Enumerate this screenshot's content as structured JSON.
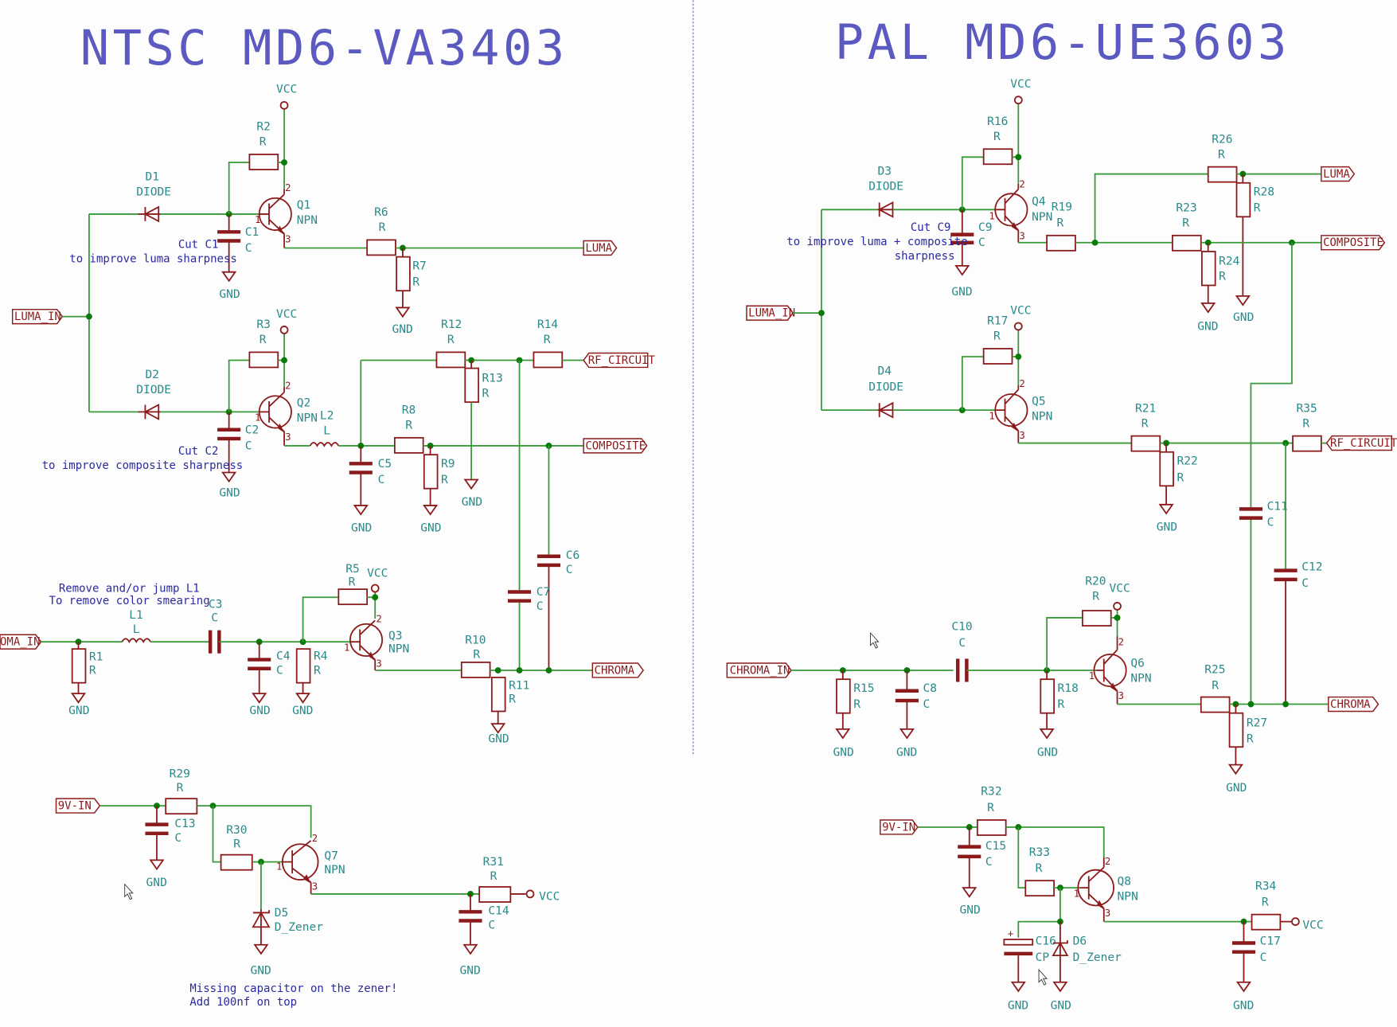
{
  "titles": {
    "ntsc": "NTSC MD6-VA3403",
    "pal": "PAL MD6-UE3603"
  },
  "common": {
    "vcc": "VCC",
    "gnd": "GND",
    "r_val": "R",
    "c_val": "C",
    "l_val": "L",
    "npn": "NPN",
    "diode": "DIODE",
    "zener": "D_Zener",
    "cp": "CP",
    "pin1": "1",
    "pin2": "2",
    "pin3": "3",
    "plus": "+"
  },
  "labels": {
    "luma_in": "LUMA_IN",
    "luma": "LUMA",
    "rf_circuit": "RF_CIRCUIT",
    "composite": "COMPOSITE",
    "chroma_in": "CHROMA_IN",
    "chroma_in_cut": "OMA_IN",
    "chroma": "CHROMA",
    "nine_v_in": "9V-IN"
  },
  "refs": {
    "R1": "R1",
    "R2": "R2",
    "R3": "R3",
    "R4": "R4",
    "R5": "R5",
    "R6": "R6",
    "R7": "R7",
    "R8": "R8",
    "R9": "R9",
    "R10": "R10",
    "R11": "R11",
    "R12": "R12",
    "R13": "R13",
    "R14": "R14",
    "R15": "R15",
    "R16": "R16",
    "R17": "R17",
    "R18": "R18",
    "R19": "R19",
    "R20": "R20",
    "R21": "R21",
    "R22": "R22",
    "R23": "R23",
    "R24": "R24",
    "R25": "R25",
    "R26": "R26",
    "R27": "R27",
    "R28": "R28",
    "R29": "R29",
    "R30": "R30",
    "R31": "R31",
    "R32": "R32",
    "R33": "R33",
    "R34": "R34",
    "R35": "R35",
    "C1": "C1",
    "C2": "C2",
    "C3": "C3",
    "C4": "C4",
    "C5": "C5",
    "C6": "C6",
    "C7": "C7",
    "C8": "C8",
    "C9": "C9",
    "C10": "C10",
    "C11": "C11",
    "C12": "C12",
    "C13": "C13",
    "C14": "C14",
    "C15": "C15",
    "C16": "C16",
    "C17": "C17",
    "D1": "D1",
    "D2": "D2",
    "D3": "D3",
    "D4": "D4",
    "D5": "D5",
    "D6": "D6",
    "Q1": "Q1",
    "Q2": "Q2",
    "Q3": "Q3",
    "Q4": "Q4",
    "Q5": "Q5",
    "Q6": "Q6",
    "Q7": "Q7",
    "Q8": "Q8",
    "L1": "L1",
    "L2": "L2"
  },
  "notes": {
    "cut_c1_a": "Cut C1",
    "cut_c1_b": "to improve luma sharpness",
    "cut_c2_a": "Cut C2",
    "cut_c2_b": "to improve composite sharpness",
    "l1_a": "Remove and/or jump L1",
    "l1_b": "To remove color smearing",
    "zener_a": "Missing capacitor on the zener!",
    "zener_b": "Add 100nf on top",
    "cut_c9_a": "Cut C9",
    "cut_c9_b": "to improve luma + composite",
    "cut_c9_c": "sharpness"
  }
}
